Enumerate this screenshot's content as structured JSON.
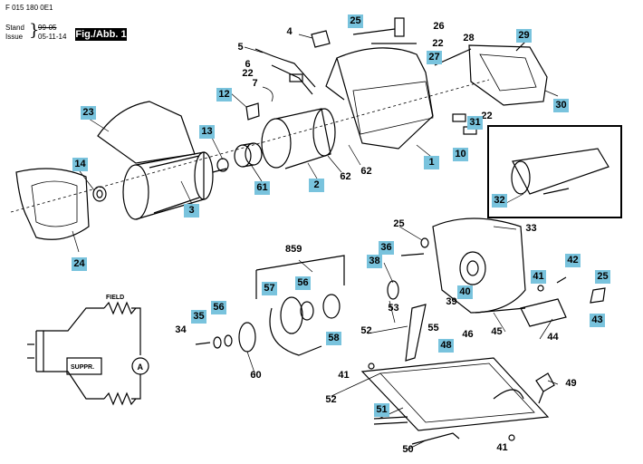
{
  "header": {
    "doc_number": "F 015 180 0E1",
    "stand_label": "Stand",
    "issue_label": "Issue",
    "old_date": "99-05",
    "new_date": "05-11-14",
    "figure_label": "Fig./Abb. 1"
  },
  "schematic": {
    "field_label": "FIELD",
    "suppressor_label": "SUPPR.",
    "armature_label": "A"
  },
  "parts": [
    {
      "id": "1",
      "highlight": true
    },
    {
      "id": "2",
      "highlight": true
    },
    {
      "id": "3",
      "highlight": true
    },
    {
      "id": "4",
      "highlight": false
    },
    {
      "id": "5",
      "highlight": false
    },
    {
      "id": "6",
      "highlight": false
    },
    {
      "id": "7",
      "highlight": false
    },
    {
      "id": "10",
      "highlight": true
    },
    {
      "id": "12",
      "highlight": true
    },
    {
      "id": "13",
      "highlight": true
    },
    {
      "id": "14",
      "highlight": true
    },
    {
      "id": "22",
      "highlight": false
    },
    {
      "id": "22",
      "highlight": false
    },
    {
      "id": "22",
      "highlight": false
    },
    {
      "id": "23",
      "highlight": true
    },
    {
      "id": "24",
      "highlight": true
    },
    {
      "id": "25",
      "highlight": true
    },
    {
      "id": "25",
      "highlight": false
    },
    {
      "id": "25",
      "highlight": true
    },
    {
      "id": "26",
      "highlight": false
    },
    {
      "id": "27",
      "highlight": true
    },
    {
      "id": "28",
      "highlight": false
    },
    {
      "id": "29",
      "highlight": true
    },
    {
      "id": "30",
      "highlight": true
    },
    {
      "id": "31",
      "highlight": true
    },
    {
      "id": "32",
      "highlight": true
    },
    {
      "id": "33",
      "highlight": false
    },
    {
      "id": "34",
      "highlight": false
    },
    {
      "id": "35",
      "highlight": true
    },
    {
      "id": "36",
      "highlight": true
    },
    {
      "id": "38",
      "highlight": true
    },
    {
      "id": "39",
      "highlight": false
    },
    {
      "id": "40",
      "highlight": true
    },
    {
      "id": "41",
      "highlight": true
    },
    {
      "id": "41",
      "highlight": false
    },
    {
      "id": "41",
      "highlight": false
    },
    {
      "id": "42",
      "highlight": true
    },
    {
      "id": "43",
      "highlight": true
    },
    {
      "id": "44",
      "highlight": false
    },
    {
      "id": "45",
      "highlight": false
    },
    {
      "id": "46",
      "highlight": false
    },
    {
      "id": "48",
      "highlight": true
    },
    {
      "id": "49",
      "highlight": false
    },
    {
      "id": "50",
      "highlight": false
    },
    {
      "id": "51",
      "highlight": true
    },
    {
      "id": "52",
      "highlight": false
    },
    {
      "id": "52",
      "highlight": false
    },
    {
      "id": "53",
      "highlight": false
    },
    {
      "id": "55",
      "highlight": false
    },
    {
      "id": "56",
      "highlight": true
    },
    {
      "id": "56",
      "highlight": true
    },
    {
      "id": "57",
      "highlight": true
    },
    {
      "id": "58",
      "highlight": true
    },
    {
      "id": "60",
      "highlight": false
    },
    {
      "id": "61",
      "highlight": true
    },
    {
      "id": "62",
      "highlight": false
    },
    {
      "id": "62",
      "highlight": false
    },
    {
      "id": "859",
      "highlight": false
    }
  ],
  "colors": {
    "callout_highlight": "#79c3dd",
    "linework": "#000000"
  }
}
